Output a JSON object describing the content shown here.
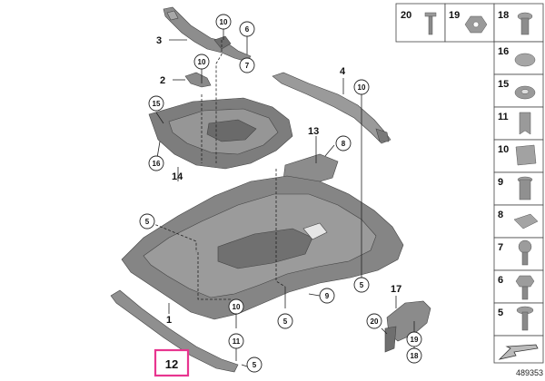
{
  "diagram": {
    "doc_number": "489353",
    "callouts": {
      "c1": "1",
      "c2": "2",
      "c3": "3",
      "c4": "4",
      "c5a": "5",
      "c5b": "5",
      "c5c": "5",
      "c5d": "5",
      "c6": "6",
      "c7": "7",
      "c8": "8",
      "c9": "9",
      "c10a": "10",
      "c10b": "10",
      "c10c": "10",
      "c10d": "10",
      "c11": "11",
      "c12": "12",
      "c13": "13",
      "c14": "14",
      "c15": "15",
      "c16": "16",
      "c17": "17",
      "c18": "18",
      "c19": "19",
      "c20": "20"
    },
    "legend_grid": {
      "top_row": [
        "20",
        "19",
        "18"
      ],
      "right_column": [
        "16",
        "15",
        "11",
        "10",
        "9",
        "8",
        "7",
        "6",
        "5"
      ]
    },
    "highlight_color": "#e8358f"
  }
}
